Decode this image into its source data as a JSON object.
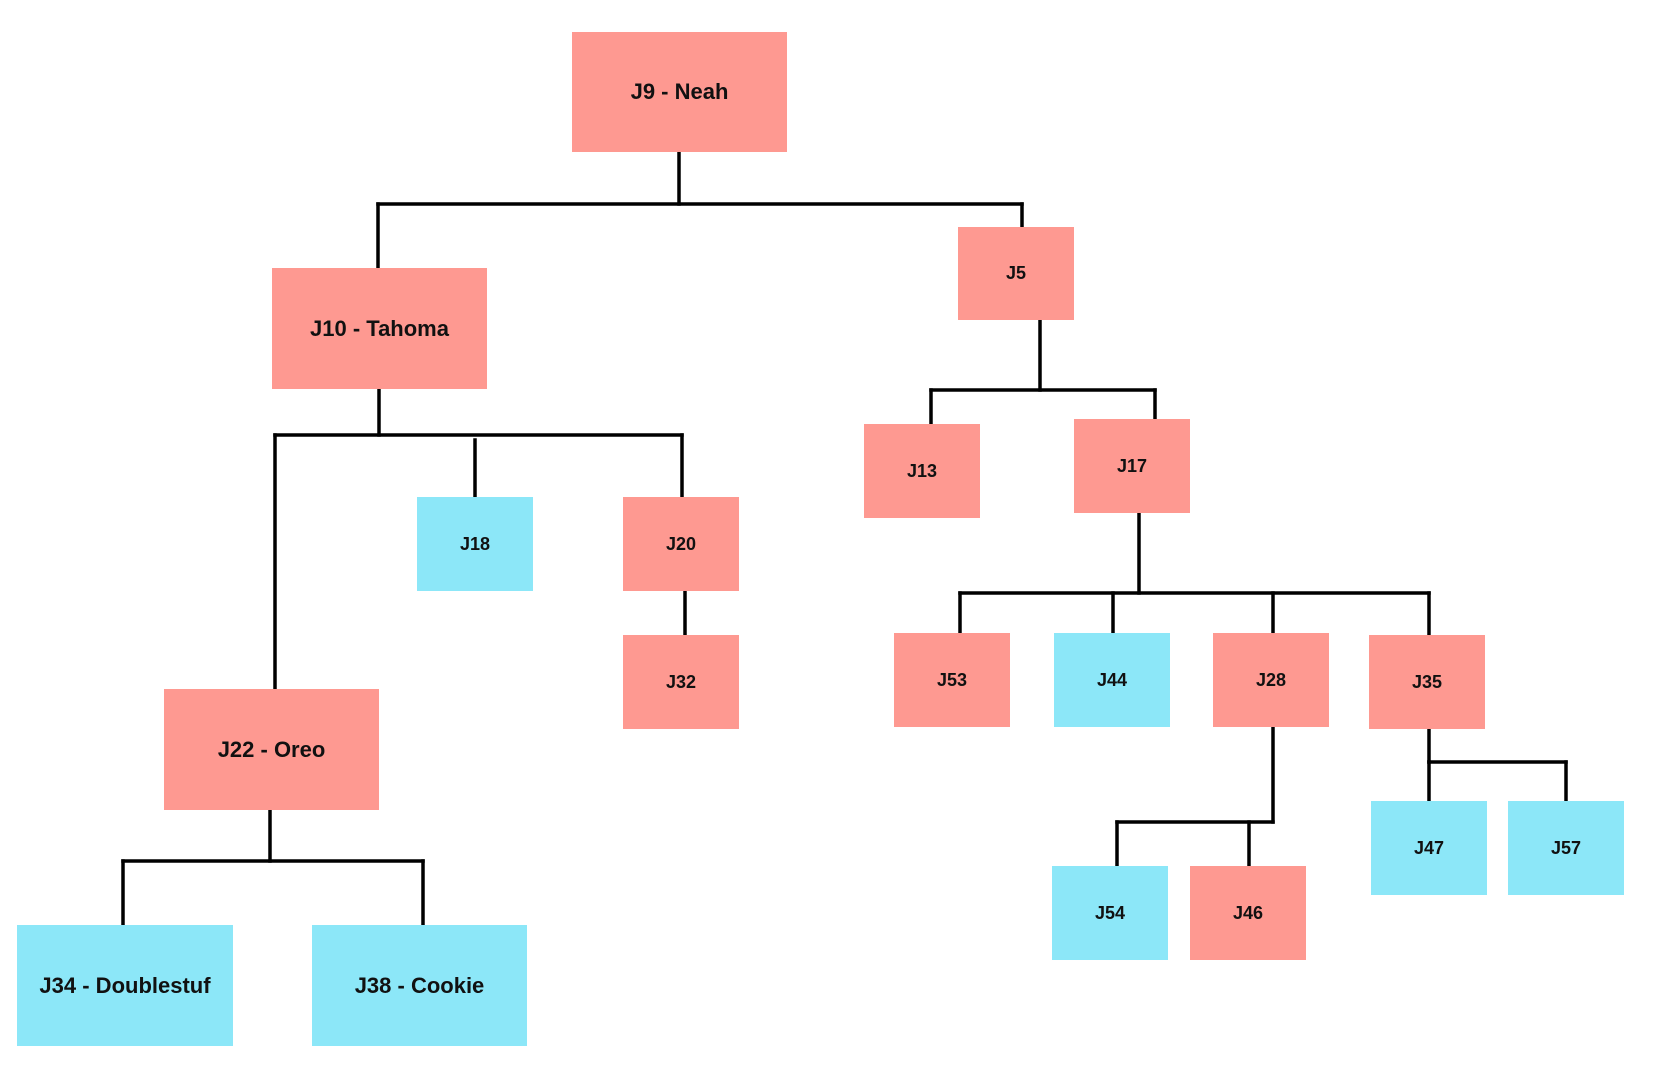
{
  "colors": {
    "female": "#fe9991",
    "male": "#8ce7f8",
    "line": "#000000"
  },
  "legend_note": "",
  "nodes": [
    {
      "id": "J9",
      "label": "J9 - Neah",
      "sex": "female"
    },
    {
      "id": "J10",
      "label": "J10 - Tahoma",
      "sex": "female"
    },
    {
      "id": "J5",
      "label": "J5",
      "sex": "female"
    },
    {
      "id": "J18",
      "label": "J18",
      "sex": "male"
    },
    {
      "id": "J20",
      "label": "J20",
      "sex": "female"
    },
    {
      "id": "J32",
      "label": "J32",
      "sex": "female"
    },
    {
      "id": "J22",
      "label": "J22 - Oreo",
      "sex": "female"
    },
    {
      "id": "J34",
      "label": "J34 - Doublestuf",
      "sex": "male"
    },
    {
      "id": "J38",
      "label": "J38 - Cookie",
      "sex": "male"
    },
    {
      "id": "J13",
      "label": "J13",
      "sex": "female"
    },
    {
      "id": "J17",
      "label": "J17",
      "sex": "female"
    },
    {
      "id": "J53",
      "label": "J53",
      "sex": "female"
    },
    {
      "id": "J44",
      "label": "J44",
      "sex": "male"
    },
    {
      "id": "J28",
      "label": "J28",
      "sex": "female"
    },
    {
      "id": "J35",
      "label": "J35",
      "sex": "female"
    },
    {
      "id": "J54",
      "label": "J54",
      "sex": "male"
    },
    {
      "id": "J46",
      "label": "J46",
      "sex": "female"
    },
    {
      "id": "J47",
      "label": "J47",
      "sex": "male"
    },
    {
      "id": "J57",
      "label": "J57",
      "sex": "male"
    }
  ],
  "edges": [
    [
      "J9",
      "J10"
    ],
    [
      "J9",
      "J5"
    ],
    [
      "J10",
      "J22"
    ],
    [
      "J10",
      "J18"
    ],
    [
      "J10",
      "J20"
    ],
    [
      "J20",
      "J32"
    ],
    [
      "J22",
      "J34"
    ],
    [
      "J22",
      "J38"
    ],
    [
      "J5",
      "J13"
    ],
    [
      "J5",
      "J17"
    ],
    [
      "J17",
      "J53"
    ],
    [
      "J17",
      "J44"
    ],
    [
      "J17",
      "J28"
    ],
    [
      "J17",
      "J35"
    ],
    [
      "J28",
      "J54"
    ],
    [
      "J28",
      "J46"
    ],
    [
      "J35",
      "J47"
    ],
    [
      "J35",
      "J57"
    ]
  ]
}
